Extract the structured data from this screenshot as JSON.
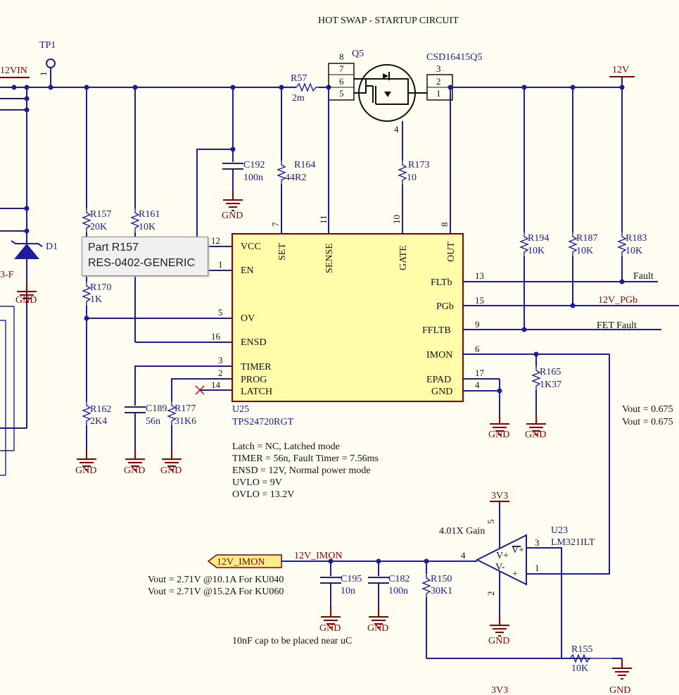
{
  "title": "HOT SWAP - STARTUP CIRCUIT",
  "nets": {
    "vin": "12VIN",
    "v12": "12V",
    "gnd": "GND",
    "v33": "3V3",
    "imon": "12V_IMON",
    "imon_net": "12V_IMON",
    "fault": "Fault",
    "pgb": "12V_PGb",
    "ffault": "FET Fault"
  },
  "tp1": {
    "ref": "TP1",
    "pin": "1"
  },
  "d1": {
    "ref": "D1",
    "part": "3-F"
  },
  "q5": {
    "ref": "Q5",
    "part": "CSD16415Q5",
    "pins": [
      "8",
      "7",
      "6",
      "5",
      "3",
      "2",
      "1",
      "4"
    ]
  },
  "resistors": {
    "r57": {
      "ref": "R57",
      "val": "2m"
    },
    "r157": {
      "ref": "R157",
      "val": "20K"
    },
    "r161": {
      "ref": "R161",
      "val": "10K"
    },
    "r164": {
      "ref": "R164",
      "val": "44R2"
    },
    "r173": {
      "ref": "R173",
      "val": "10"
    },
    "r170": {
      "ref": "R170",
      "val": "1K"
    },
    "r162": {
      "ref": "R162",
      "val": "2K4"
    },
    "r177": {
      "ref": "R177",
      "val": "31K6"
    },
    "r194": {
      "ref": "R194",
      "val": "10K"
    },
    "r187": {
      "ref": "R187",
      "val": "10K"
    },
    "r183": {
      "ref": "R183",
      "val": "10K"
    },
    "r165": {
      "ref": "R165",
      "val": "1K37"
    },
    "r150": {
      "ref": "R150",
      "val": "30K1"
    },
    "r155": {
      "ref": "R155",
      "val": "10K"
    }
  },
  "caps": {
    "c192": {
      "ref": "C192",
      "val": "100n"
    },
    "c189": {
      "ref": "C189",
      "val": "56n"
    },
    "c195": {
      "ref": "C195",
      "val": "10n"
    },
    "c182": {
      "ref": "C182",
      "val": "100n"
    }
  },
  "u25": {
    "ref": "U25",
    "part": "TPS24720RGT",
    "left_pins": [
      {
        "num": "12",
        "name": "VCC"
      },
      {
        "num": "1",
        "name": "EN"
      },
      {
        "num": "5",
        "name": "OV"
      },
      {
        "num": "16",
        "name": "ENSD"
      },
      {
        "num": "3",
        "name": "TIMER"
      },
      {
        "num": "2",
        "name": "PROG"
      },
      {
        "num": "14",
        "name": "LATCH"
      }
    ],
    "top_pins": [
      {
        "num": "7",
        "name": "SET"
      },
      {
        "num": "11",
        "name": "SENSE"
      },
      {
        "num": "10",
        "name": "GATE"
      },
      {
        "num": "8",
        "name": "OUT"
      }
    ],
    "right_pins": [
      {
        "num": "13",
        "name": "FLTb"
      },
      {
        "num": "15",
        "name": "PGb"
      },
      {
        "num": "9",
        "name": "FFLTB"
      },
      {
        "num": "6",
        "name": "IMON"
      },
      {
        "num": "17",
        "name": "EPAD"
      },
      {
        "num": "4",
        "name": "GND"
      }
    ]
  },
  "u23": {
    "ref": "U23",
    "part": "LM321ILT",
    "gain": "4.01X Gain",
    "plus": "V+",
    "minus": "V-",
    "pins": [
      "5",
      "3",
      "1",
      "4",
      "2"
    ]
  },
  "tooltip": {
    "line1": "Part R157",
    "line2": "RES-0402-GENERIC"
  },
  "notes": [
    "Latch = NC, Latched mode",
    "TIMER = 56n, Fault Timer = 7.56ms",
    "ENSD = 12V, Normal power mode",
    "UVLO = 9V",
    "OVLO = 13.2V"
  ],
  "vout_right": [
    "Vout = 0.675",
    "Vout = 0.675"
  ],
  "vout_left": [
    "Vout = 2.71V @10.1A For KU040",
    "Vout = 2.71V @15.2A For KU060"
  ],
  "cap_note": "10nF cap to be placed near uC",
  "colors": {
    "wire": "#1d1d9c",
    "power": "#8b0000",
    "background": "#fffdf2",
    "ic_fill": "#fffcaa"
  }
}
